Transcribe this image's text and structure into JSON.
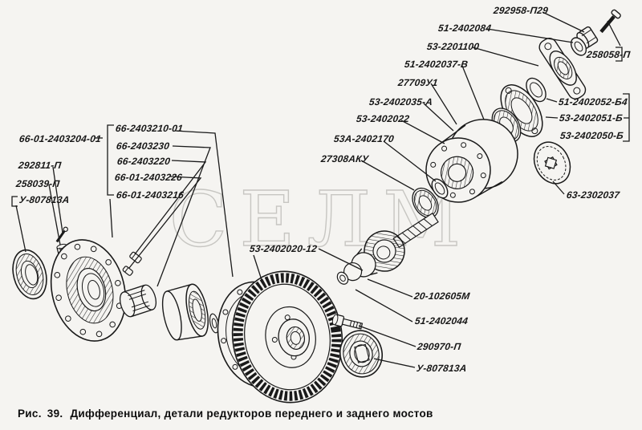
{
  "figure": {
    "caption_prefix": "Рис.",
    "caption_number": "39.",
    "caption_text": "Дифференциал, детали редукторов переднего и заднего мостов",
    "watermark": "СЕЛМ"
  },
  "labels": {
    "p292958_p29": "292958-П29",
    "p51_2402084": "51-2402084",
    "p53_2201100": "53-2201100",
    "p51_2402037_v": "51-2402037-В",
    "p27709u1": "27709У1",
    "p53_2402035_a": "53-2402035-А",
    "p53_2402022": "53-2402022",
    "p53a_2402170": "53А-2402170",
    "p27308aku": "27308АКУ",
    "p258058_p": "258058-П",
    "p51_2402052_b4": "51-2402052-Б4",
    "p53_2402051_b": "53-2402051-Б",
    "p53_2402050_b": "53-2402050-Б",
    "p63_2302037": "63-2302037",
    "p66_01_2403204_01": "66-01-2403204-01",
    "p292811_p": "292811-П",
    "p258039_p": "258039-П",
    "pu_807813a_left": "У-807813А",
    "p66_2403210_01": "66-2403210-01",
    "p66_2403230": "66-2403230",
    "p66_2403220": "66-2403220",
    "p66_01_2403226": "66-01-2403226",
    "p66_01_2403216": "66-01-2403216",
    "p53_2402020_12": "53-2402020-12",
    "p20_102605m": "20-102605М",
    "p51_2402044": "51-2402044",
    "p290970_p": "290970-П",
    "pu_807813a_bottom": "У-807813А"
  }
}
